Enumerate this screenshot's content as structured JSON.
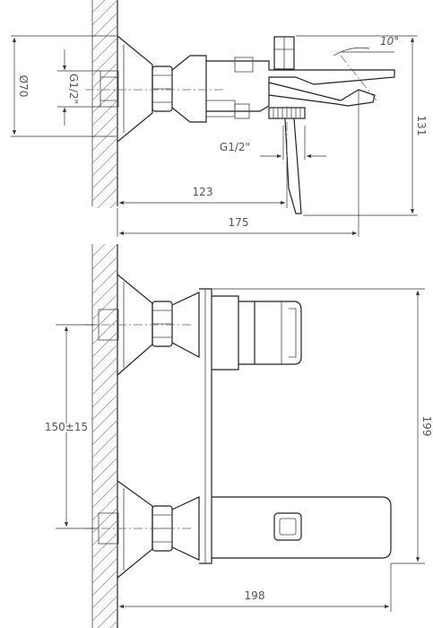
{
  "top_view": {
    "diameter_label": "Ø70",
    "thread_left_label": "G1/2\"",
    "angle_label": "10°",
    "height_label": "131",
    "thread_bottom_label": "G1/2\"",
    "length_short_label": "123",
    "length_long_label": "175"
  },
  "front_view": {
    "spacing_label": "150±15",
    "height_label": "199",
    "width_label": "198"
  }
}
